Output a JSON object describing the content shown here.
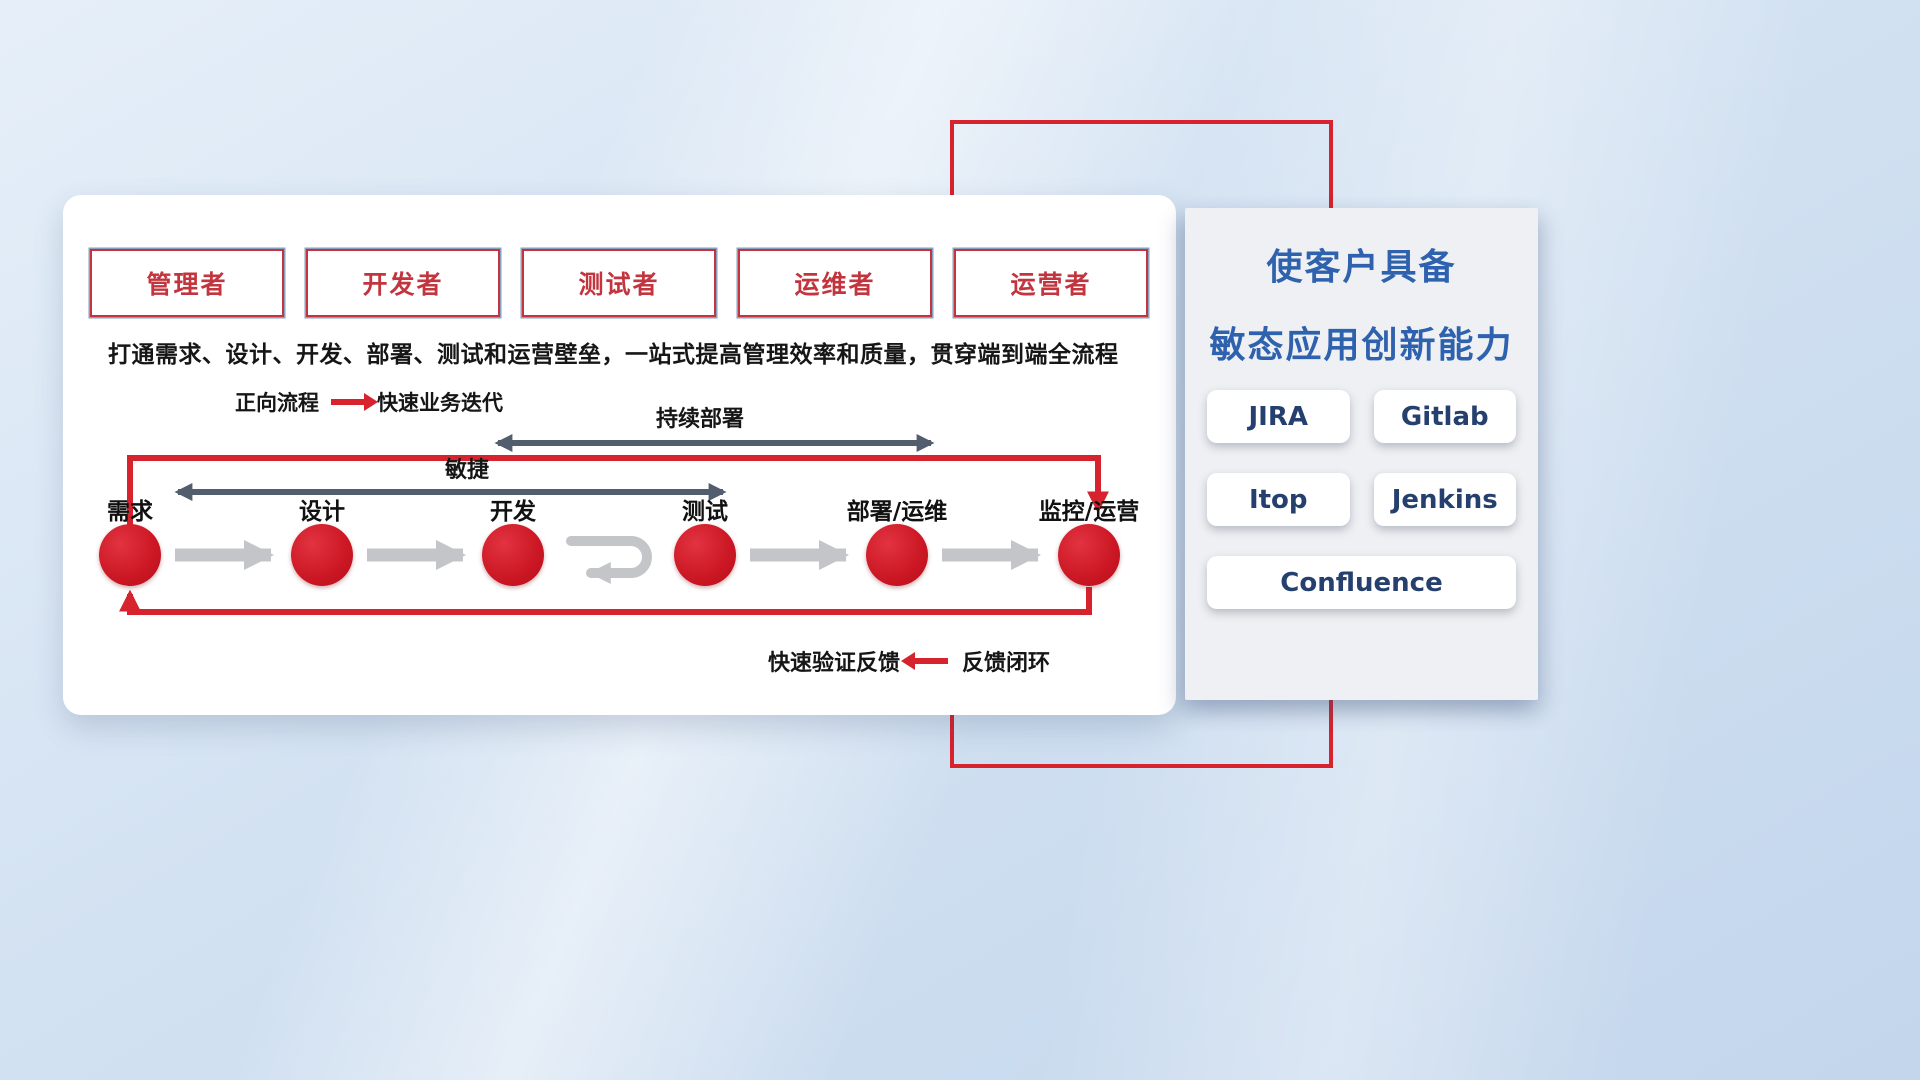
{
  "colors": {
    "accent_red": "#d6232e",
    "title_blue": "#2e62ae",
    "tool_text_navy": "#25406e",
    "gray_arrow": "#c3c5c8",
    "dark_arrow": "#525d6d"
  },
  "roles": [
    "管理者",
    "开发者",
    "测试者",
    "运维者",
    "运营者"
  ],
  "description": "打通需求、设计、开发、部署、测试和运营壁垒，一站式提高管理效率和质量，贯穿端到端全流程",
  "forward_legend": {
    "label": "正向流程",
    "caption": "快速业务迭代"
  },
  "flow": {
    "nodes": [
      "需求",
      "设计",
      "开发",
      "测试",
      "部署/运维",
      "监控/运营"
    ],
    "agile_label": "敏捷",
    "continuous_deploy_label": "持续部署"
  },
  "feedback_legend": {
    "caption": "快速验证反馈",
    "label": "反馈闭环"
  },
  "right_panel": {
    "title_line1": "使客户具备",
    "title_line2": "敏态应用创新能力",
    "tools": [
      "JIRA",
      "Gitlab",
      "Itop",
      "Jenkins",
      "Confluence"
    ]
  }
}
